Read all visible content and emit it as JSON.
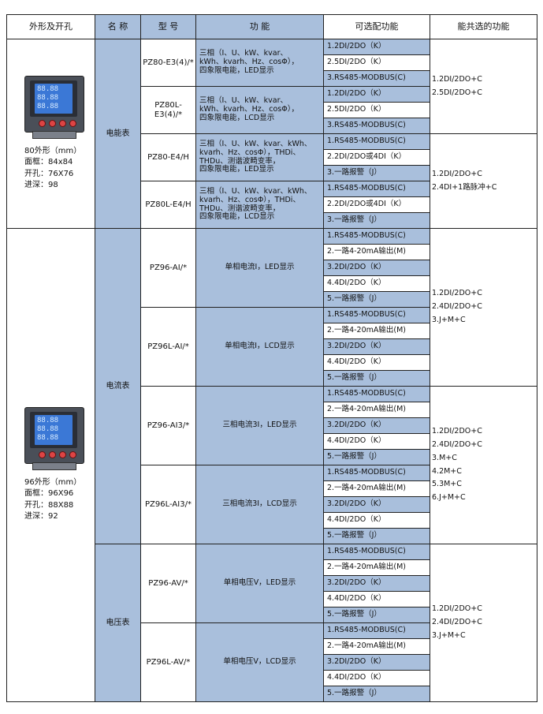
{
  "headers": [
    "外形及开孔",
    "名 称",
    "型 号",
    "功 能",
    "可选配功能",
    "能共选的功能"
  ],
  "shapes": [
    {
      "icon": "panel-meter-80-icon",
      "lines": [
        "80外形（mm）",
        "面框：84x84",
        "开孔：76X76",
        "进深：98"
      ]
    },
    {
      "icon": "panel-meter-96-icon",
      "lines": [
        "96外形（mm）",
        "面框：96X96",
        "开孔：88X88",
        "进深：92"
      ]
    }
  ],
  "categories": {
    "energy": "电能表",
    "current": "电流表",
    "voltage": "电压表"
  },
  "models": [
    {
      "name": "PZ80-E3(4)/*",
      "func": [
        "三相（I、U、kW、kvar、",
        "kWh、kvarh、Hz、cosΦ），",
        "四象限电能，LED显示"
      ],
      "options": [
        "1.2DI/2DO（K）",
        "2.5DI/2DO（K）",
        "3.RS485-MODBUS(C)"
      ]
    },
    {
      "name": "PZ80L-E3(4)/*",
      "func": [
        "三相（I、U、kW、kvar、",
        "kWh、kvarh、Hz、cosΦ），",
        "四象限电能，LCD显示"
      ],
      "options": [
        "1.2DI/2DO（K）",
        "2.5DI/2DO（K）",
        "3.RS485-MODBUS(C)"
      ]
    },
    {
      "name": "PZ80-E4/H",
      "func": [
        "三相（I、U、kW、kvar、kWh、",
        "kvarh、Hz、cosΦ），THDi、",
        "THDu、测谐波畸变率，",
        "四象限电能，LED显示"
      ],
      "options": [
        "1.RS485-MODBUS(C)",
        "2.2DI/2DO或4DI（K）",
        "3.一路报警（J）"
      ]
    },
    {
      "name": "PZ80L-E4/H",
      "func": [
        "三相（I、U、kW、kvar、kWh、",
        "kvarh、Hz、cosΦ），THDi、",
        "THDu、测谐波畸变率，",
        "四象限电能，LCD显示"
      ],
      "options": [
        "1.RS485-MODBUS(C)",
        "2.2DI/2DO或4DI（K）",
        "3.一路报警（J）"
      ]
    },
    {
      "name": "PZ96-AI/*",
      "func": [
        "单相电流I，LED显示"
      ],
      "options": [
        "1.RS485-MODBUS(C)",
        "2.一路4-20mA输出(M)",
        "3.2DI/2DO（K）",
        "4.4DI/2DO（K）",
        "5.一路报警（J）"
      ]
    },
    {
      "name": "PZ96L-AI/*",
      "func": [
        "单相电流I，LCD显示"
      ],
      "options": [
        "1.RS485-MODBUS(C)",
        "2.一路4-20mA输出(M)",
        "3.2DI/2DO（K）",
        "4.4DI/2DO（K）",
        "5.一路报警（J）"
      ]
    },
    {
      "name": "PZ96-AI3/*",
      "func": [
        "三相电流3I，LED显示"
      ],
      "options": [
        "1.RS485-MODBUS(C)",
        "2.一路4-20mA输出(M)",
        "3.2DI/2DO（K）",
        "4.4DI/2DO（K）",
        "5.一路报警（J）"
      ]
    },
    {
      "name": "PZ96L-AI3/*",
      "func": [
        "三相电流3I，LCD显示"
      ],
      "options": [
        "1.RS485-MODBUS(C)",
        "2.一路4-20mA输出(M)",
        "3.2DI/2DO（K）",
        "4.4DI/2DO（K）",
        "5.一路报警（J）"
      ]
    },
    {
      "name": "PZ96-AV/*",
      "func": [
        "单相电压V，LED显示"
      ],
      "options": [
        "1.RS485-MODBUS(C)",
        "2.一路4-20mA输出(M)",
        "3.2DI/2DO（K）",
        "4.4DI/2DO（K）",
        "5.一路报警（J）"
      ]
    },
    {
      "name": "PZ96L-AV/*",
      "func": [
        "单相电压V，LCD显示"
      ],
      "options": [
        "1.RS485-MODBUS(C)",
        "2.一路4-20mA输出(M)",
        "3.2DI/2DO（K）",
        "4.4DI/2DO（K）",
        "5.一路报警（J）"
      ]
    }
  ],
  "combos": [
    [
      "1.2DI/2DO+C",
      "2.5DI/2DO+C"
    ],
    [
      "1.2DI/2DO+C",
      "2.4DI+1路脉冲+C"
    ],
    [
      "1.2DI/2DO+C",
      "2.4DI/2DO+C",
      "3.J+M+C"
    ],
    [
      "1.2DI/2DO+C",
      "2.4DI/2DO+C",
      "3.M+C",
      "4.2M+C",
      "5.3M+C",
      "6.J+M+C"
    ],
    [
      "1.2DI/2DO+C",
      "2.4DI/2DO+C",
      "3.J+M+C"
    ]
  ],
  "meter_digits": [
    "88.88",
    "88.88",
    "88.88"
  ]
}
